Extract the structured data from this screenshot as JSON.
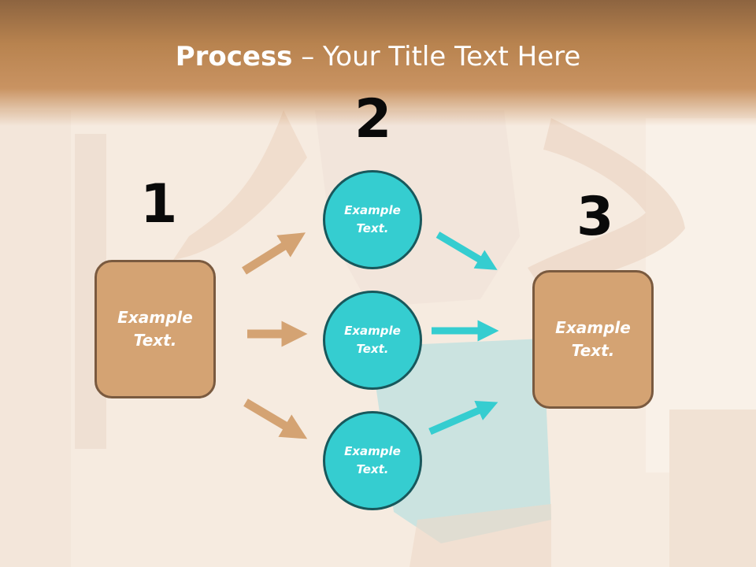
{
  "title": {
    "bold": "Process",
    "rest": " – Your Title Text Here"
  },
  "steps": {
    "s1": "1",
    "s2": "2",
    "s3": "3"
  },
  "left_box": {
    "line1": "Example",
    "line2": "Text."
  },
  "right_box": {
    "line1": "Example",
    "line2": "Text."
  },
  "circles": [
    {
      "line1": "Example",
      "line2": "Text."
    },
    {
      "line1": "Example",
      "line2": "Text."
    },
    {
      "line1": "Example",
      "line2": "Text."
    }
  ],
  "colors": {
    "box_fill": "#d4a373",
    "box_border": "#7a5a3f",
    "circle_fill": "#35cdd0",
    "circle_border": "#18585c",
    "arrow_tan": "#d4a373",
    "arrow_teal": "#35cdd0"
  }
}
